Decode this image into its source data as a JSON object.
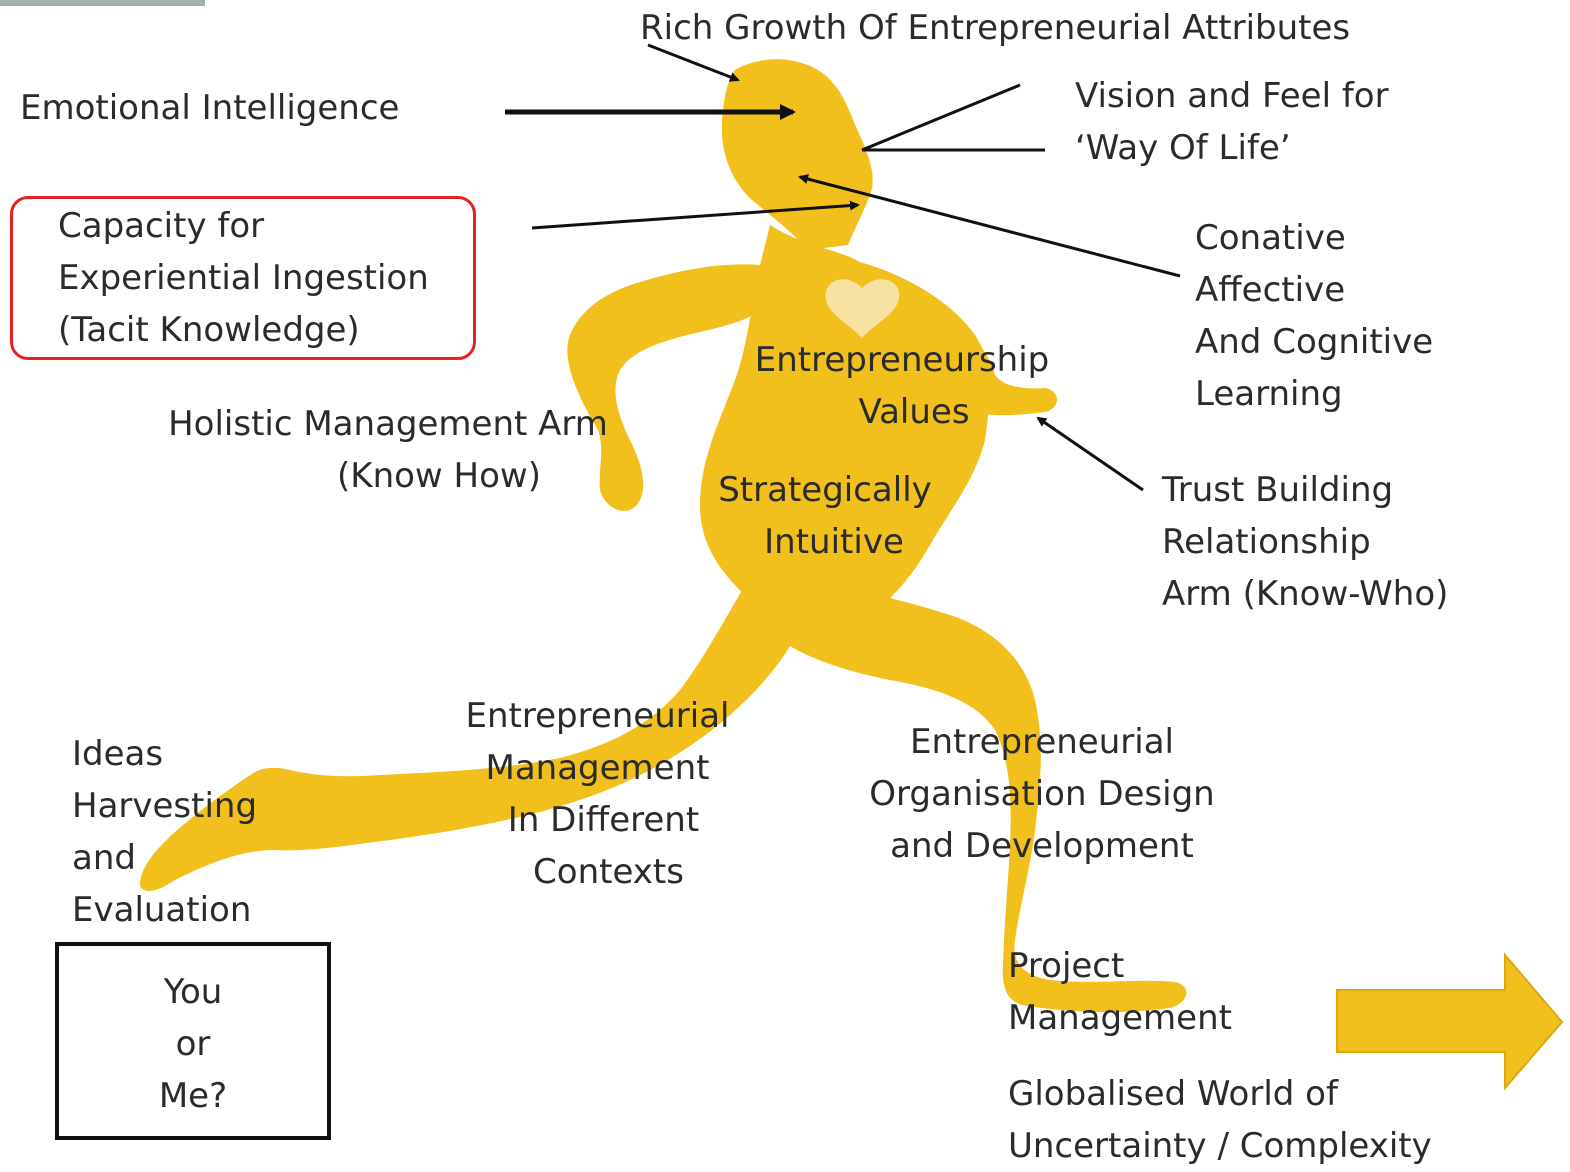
{
  "colors": {
    "figure": "#F2C01C",
    "heart": "#F8E2A2",
    "arrow": "#111111",
    "highlight": "#E52222",
    "text": "#2B2B2B"
  },
  "labels": {
    "rich_growth": "Rich Growth Of Entrepreneurial Attributes",
    "emotional_intelligence": "Emotional Intelligence",
    "vision": [
      "Vision and Feel for",
      "‘Way Of Life’"
    ],
    "capacity": [
      "Capacity for",
      "Experiential Ingestion",
      "(Tacit Knowledge)"
    ],
    "conative": [
      "Conative",
      "Affective",
      "And Cognitive",
      "Learning"
    ],
    "values": [
      "Entrepreneurship",
      "Values"
    ],
    "holistic": [
      "Holistic Management Arm",
      "(Know How)"
    ],
    "strategic": [
      "Strategically",
      "Intuitive"
    ],
    "trust": [
      "Trust Building",
      "Relationship",
      "Arm (Know-Who)"
    ],
    "ideas": [
      "Ideas",
      "Harvesting",
      "and",
      "Evaluation"
    ],
    "ent_management": [
      "Entrepreneurial",
      "Management",
      "In Different",
      "Contexts"
    ],
    "org_design": [
      "Entrepreneurial",
      "Organisation Design",
      "and Development"
    ],
    "project": [
      "Project",
      "Management"
    ],
    "globalised": [
      "Globalised World of",
      "Uncertainty / Complexity"
    ],
    "you_or_me": [
      "You",
      "or",
      "Me?"
    ]
  }
}
